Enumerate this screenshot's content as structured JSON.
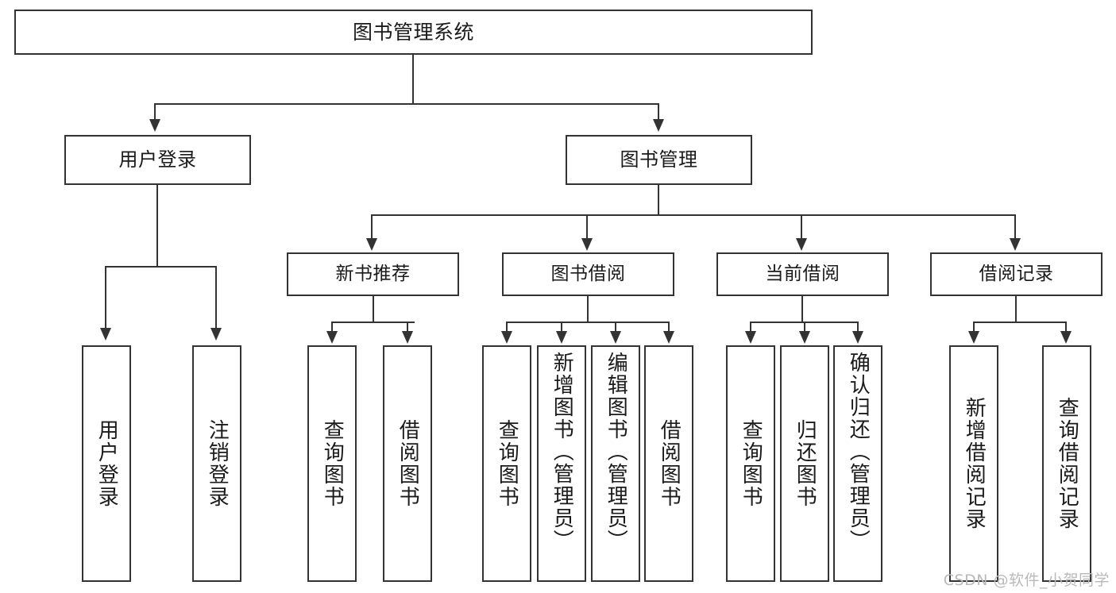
{
  "diagram": {
    "title": "图书管理系统",
    "type": "tree-structure-chart",
    "root": {
      "label": "图书管理系统"
    },
    "level2": [
      {
        "label": "用户登录"
      },
      {
        "label": "图书管理"
      }
    ],
    "level3": [
      {
        "label": "新书推荐"
      },
      {
        "label": "图书借阅"
      },
      {
        "label": "当前借阅"
      },
      {
        "label": "借阅记录"
      }
    ],
    "leaves": {
      "user_login": [
        {
          "label": "用户登录"
        },
        {
          "label": "注销登录"
        }
      ],
      "new_book_recommend": [
        {
          "label": "查询图书"
        },
        {
          "label": "借阅图书"
        }
      ],
      "book_borrow": [
        {
          "label": "查询图书"
        },
        {
          "label": "新增图书（管理员）"
        },
        {
          "label": "编辑图书（管理员）"
        },
        {
          "label": "借阅图书"
        }
      ],
      "current_borrow": [
        {
          "label": "查询图书"
        },
        {
          "label": "归还图书"
        },
        {
          "label": "确认归还（管理员）"
        }
      ],
      "borrow_record": [
        {
          "label": "新增借阅记录"
        },
        {
          "label": "查询借阅记录"
        }
      ]
    }
  },
  "watermark": {
    "text": "CSDN @软件_小贺同学"
  },
  "colors": {
    "stroke": "#333333",
    "background": "#ffffff",
    "text": "#1a1a1a",
    "watermark": "#b9b9b9"
  }
}
